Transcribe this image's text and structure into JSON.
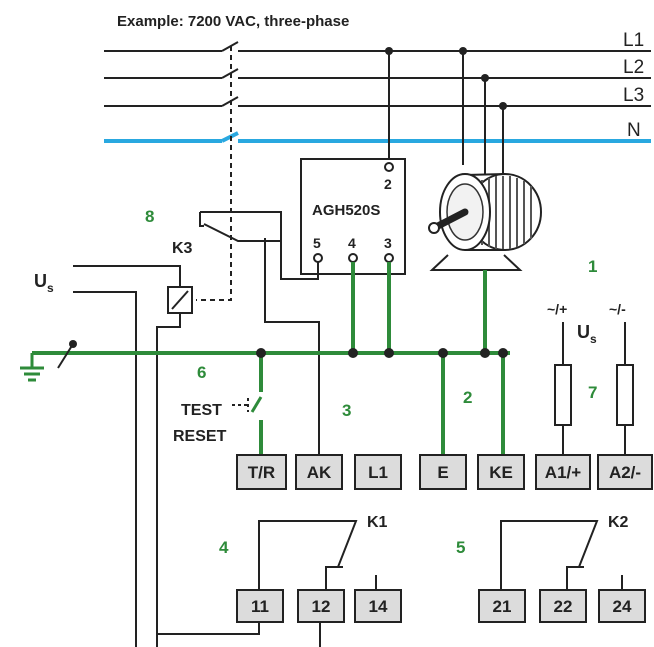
{
  "title": "Example: 7200 VAC, three-phase",
  "lines": {
    "l1": "L1",
    "l2": "L2",
    "l3": "L3",
    "n": "N"
  },
  "device": {
    "name": "AGH520S",
    "pin_top": "2",
    "pin5": "5",
    "pin4": "4",
    "pin3": "3"
  },
  "k3_label": "K3",
  "us_left": {
    "main": "U",
    "sub": "s"
  },
  "us_right": {
    "main": "U",
    "sub": "s"
  },
  "supply_plus": "~/+",
  "supply_minus": "~/-",
  "test_label": "TEST",
  "reset_label": "RESET",
  "terminals_top": [
    "T/R",
    "AK",
    "L1",
    "E",
    "KE",
    "A1/+",
    "A2/-"
  ],
  "relays": {
    "k1": {
      "label": "K1",
      "terminals": [
        "11",
        "12",
        "14"
      ]
    },
    "k2": {
      "label": "K2",
      "terminals": [
        "21",
        "22",
        "24"
      ]
    }
  },
  "step_numbers": {
    "n1": "1",
    "n2": "2",
    "n3": "3",
    "n4": "4",
    "n5": "5",
    "n6": "6",
    "n7": "7",
    "n8": "8"
  },
  "colors": {
    "wire": "#222222",
    "green": "#2e8b3a",
    "blue": "#29a8e0",
    "terminal_fill": "#dcdcdc"
  }
}
